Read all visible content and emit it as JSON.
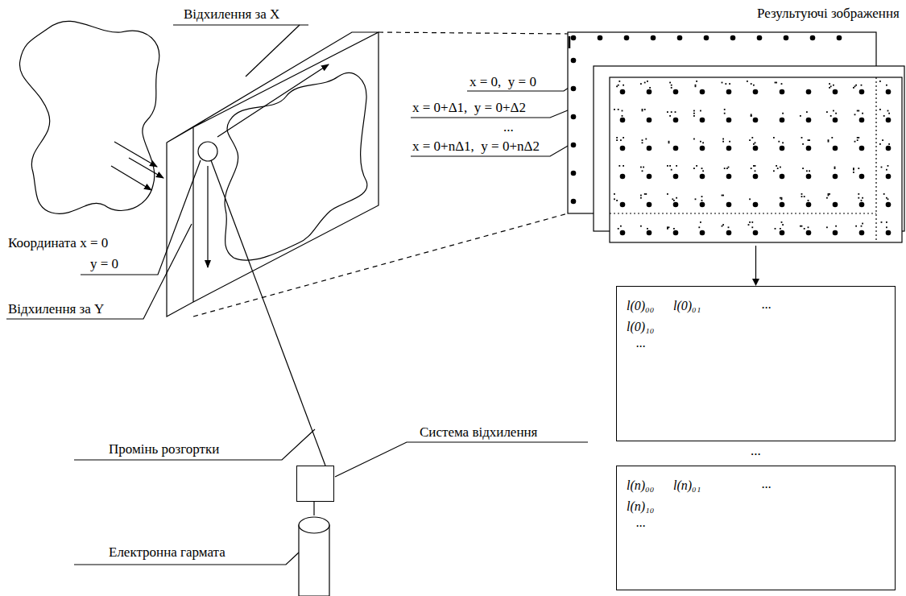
{
  "diagram": {
    "nodes": [
      {
        "text": [
          "Результуючі зображення"
        ]
      },
      {
        "text": [
          "l(0)₀₀",
          "l(0)₀₁",
          "...",
          "l(0)₁₀",
          "..."
        ]
      },
      {
        "text": [
          "l(n)₀₀",
          "l(n)₀₁",
          "...",
          "l(n)₁₀",
          "..."
        ]
      },
      {
        "text": [
          "Система відхилення"
        ]
      },
      {
        "text": [
          "Електронна гармата"
        ]
      }
    ],
    "edges": [
      {
        "from": 0,
        "to": 1,
        "arrow": "to"
      },
      {
        "from": 3,
        "to": 4,
        "arrow": "none"
      }
    ],
    "labels": [
      "Відхилення за X",
      "Координата x = 0",
      "y = 0",
      "Відхилення за Y",
      "Промінь розгортки",
      "x = 0,  y = 0",
      "x = 0+Δ1,  y = 0+Δ2",
      "...",
      "x = 0+nΔ1,  y = 0+nΔ2",
      "..."
    ]
  }
}
